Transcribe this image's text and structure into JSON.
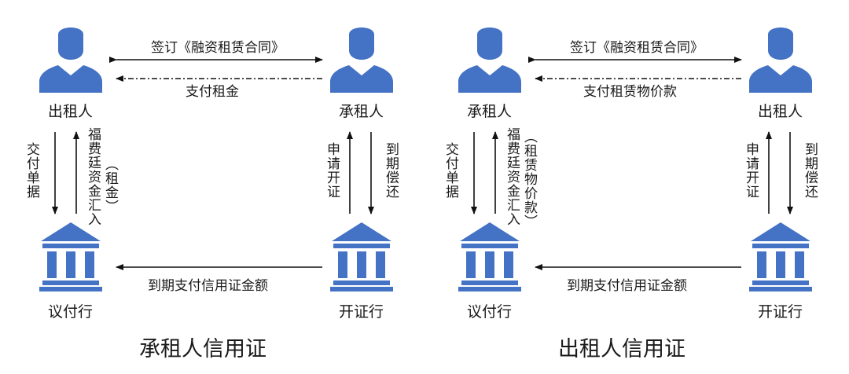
{
  "colors": {
    "icon": "#4472c4",
    "line": "#111111"
  },
  "panels": [
    {
      "top_left_role": "出租人",
      "top_right_role": "承租人",
      "bottom_left_role": "议付行",
      "bottom_right_role": "开证行",
      "contract_label": "签订《融资租赁合同》",
      "payment_label": "支付租金",
      "left_down_label": "交付单据",
      "left_up_label": "福费廷资金汇入",
      "left_up_note": "（租金）",
      "right_down_label": "到期偿还",
      "right_up_label": "申请开证",
      "bottom_label": "到期支付信用证金额",
      "caption": "承租人信用证"
    },
    {
      "top_left_role": "承租人",
      "top_right_role": "出租人",
      "bottom_left_role": "议付行",
      "bottom_right_role": "开证行",
      "contract_label": "签订《融资租赁合同》",
      "payment_label": "支付租赁物价款",
      "left_down_label": "交付单据",
      "left_up_label": "福费廷资金汇入",
      "left_up_note": "（租赁物价款）",
      "right_down_label": "到期偿还",
      "right_up_label": "申请开证",
      "bottom_label": "到期支付信用证金额",
      "caption": "出租人信用证"
    }
  ]
}
